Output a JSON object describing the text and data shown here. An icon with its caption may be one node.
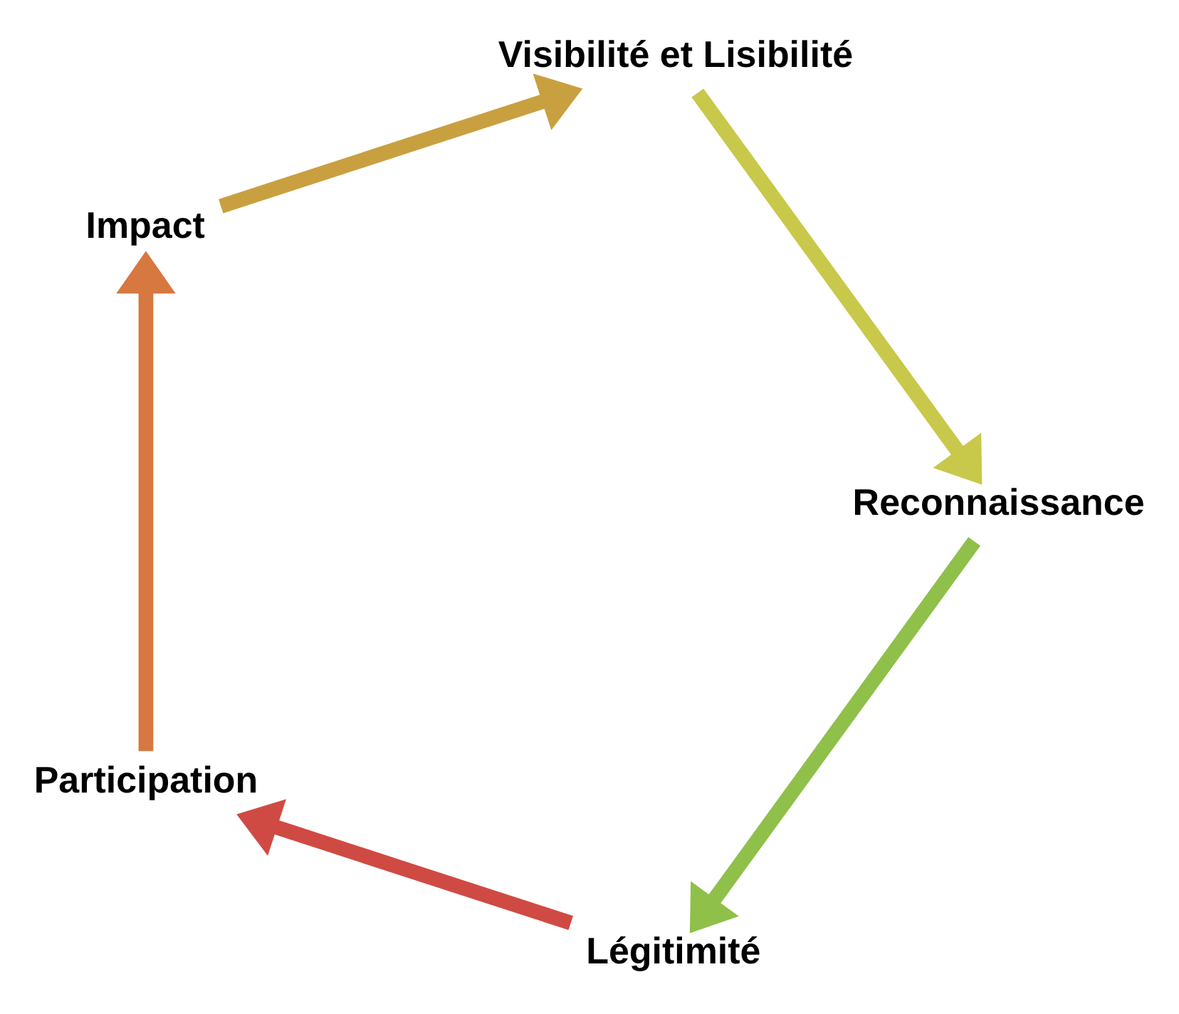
{
  "diagram": {
    "nodes": [
      {
        "text": [
          "Légitimité"
        ]
      },
      {
        "text": [
          "Participation"
        ]
      },
      {
        "text": [
          "Impact"
        ]
      },
      {
        "text": [
          "Visibilité et Lisibilité"
        ]
      },
      {
        "text": [
          "Reconnaissance"
        ]
      }
    ],
    "edges": [
      {
        "from": 4,
        "to": 0,
        "arrow": "to",
        "color": "#8fc04a"
      },
      {
        "from": 0,
        "to": 1,
        "arrow": "to",
        "color": "#d04a44"
      },
      {
        "from": 1,
        "to": 2,
        "arrow": "to",
        "color": "#d67840"
      },
      {
        "from": 2,
        "to": 3,
        "arrow": "to",
        "color": "#c9a040"
      },
      {
        "from": 3,
        "to": 4,
        "arrow": "to",
        "color": "#c8c84a"
      }
    ]
  }
}
